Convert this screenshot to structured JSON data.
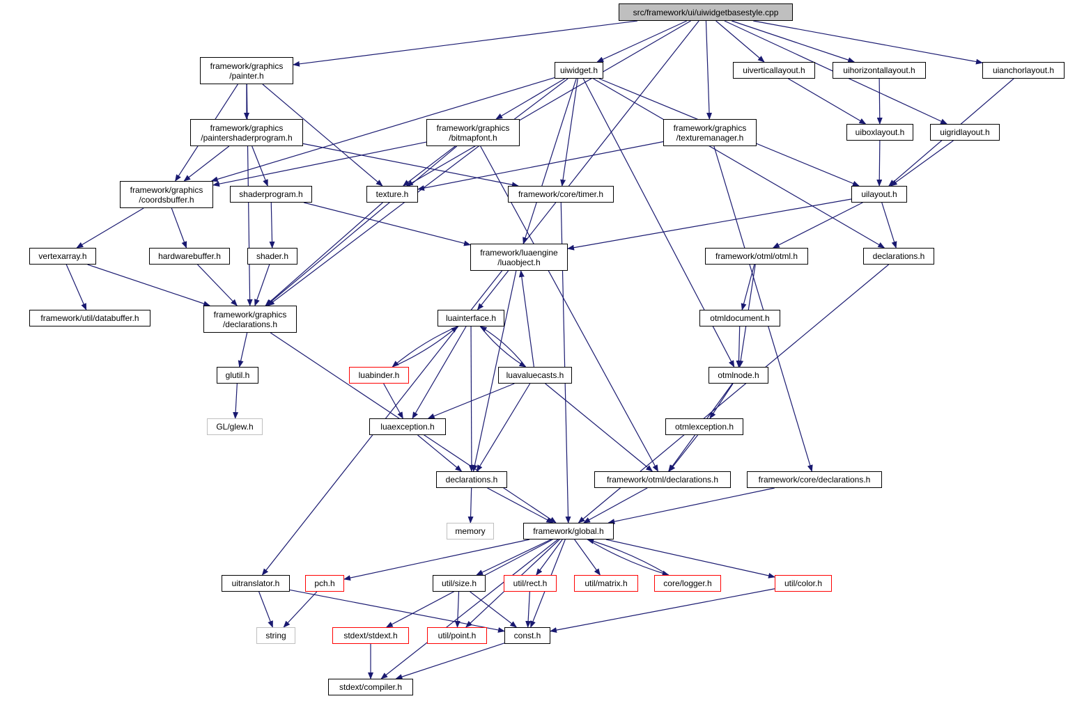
{
  "colors": {
    "edge": "#191970",
    "root_fill": "#bfbfbf",
    "red_border": "#ff0000",
    "gray_border": "#bfbfbf"
  },
  "nodes": [
    {
      "id": "root",
      "label": "src/framework/ui/uiwidgetbasestyle.cpp",
      "style": "root"
    },
    {
      "id": "painter",
      "label": "framework/graphics\n/painter.h",
      "style": "normal"
    },
    {
      "id": "uiwidget",
      "label": "uiwidget.h",
      "style": "normal"
    },
    {
      "id": "uivertical",
      "label": "uiverticallayout.h",
      "style": "normal"
    },
    {
      "id": "uihorizontal",
      "label": "uihorizontallayout.h",
      "style": "normal"
    },
    {
      "id": "uianchor",
      "label": "uianchorlayout.h",
      "style": "normal"
    },
    {
      "id": "painterprog",
      "label": "framework/graphics\n/paintershaderprogram.h",
      "style": "normal"
    },
    {
      "id": "bitmapfont",
      "label": "framework/graphics\n/bitmapfont.h",
      "style": "normal"
    },
    {
      "id": "texmgr",
      "label": "framework/graphics\n/texturemanager.h",
      "style": "normal"
    },
    {
      "id": "uiboxlayout",
      "label": "uiboxlayout.h",
      "style": "normal"
    },
    {
      "id": "uigridlayout",
      "label": "uigridlayout.h",
      "style": "normal"
    },
    {
      "id": "coordsbuffer",
      "label": "framework/graphics\n/coordsbuffer.h",
      "style": "normal"
    },
    {
      "id": "shaderprogram",
      "label": "shaderprogram.h",
      "style": "normal"
    },
    {
      "id": "texture",
      "label": "texture.h",
      "style": "normal"
    },
    {
      "id": "timer",
      "label": "framework/core/timer.h",
      "style": "normal"
    },
    {
      "id": "uilayout",
      "label": "uilayout.h",
      "style": "normal"
    },
    {
      "id": "vertexarray",
      "label": "vertexarray.h",
      "style": "normal"
    },
    {
      "id": "hwbuffer",
      "label": "hardwarebuffer.h",
      "style": "normal"
    },
    {
      "id": "shader",
      "label": "shader.h",
      "style": "normal"
    },
    {
      "id": "luaobject",
      "label": "framework/luaengine\n/luaobject.h",
      "style": "normal"
    },
    {
      "id": "otml",
      "label": "framework/otml/otml.h",
      "style": "normal"
    },
    {
      "id": "decl_ui",
      "label": "declarations.h",
      "style": "normal"
    },
    {
      "id": "databuffer",
      "label": "framework/util/databuffer.h",
      "style": "normal"
    },
    {
      "id": "gfxdecl",
      "label": "framework/graphics\n/declarations.h",
      "style": "normal"
    },
    {
      "id": "luainterface",
      "label": "luainterface.h",
      "style": "normal"
    },
    {
      "id": "otmldocument",
      "label": "otmldocument.h",
      "style": "normal"
    },
    {
      "id": "glutil",
      "label": "glutil.h",
      "style": "normal"
    },
    {
      "id": "luabinder",
      "label": "luabinder.h",
      "style": "red"
    },
    {
      "id": "luavaluecasts",
      "label": "luavaluecasts.h",
      "style": "normal"
    },
    {
      "id": "otmlnode",
      "label": "otmlnode.h",
      "style": "normal"
    },
    {
      "id": "glew",
      "label": "GL/glew.h",
      "style": "gray"
    },
    {
      "id": "luaexception",
      "label": "luaexception.h",
      "style": "normal"
    },
    {
      "id": "otmlexception",
      "label": "otmlexception.h",
      "style": "normal"
    },
    {
      "id": "decl_lua",
      "label": "declarations.h",
      "style": "normal"
    },
    {
      "id": "otmldecl",
      "label": "framework/otml/declarations.h",
      "style": "normal"
    },
    {
      "id": "coredecl",
      "label": "framework/core/declarations.h",
      "style": "normal"
    },
    {
      "id": "memory",
      "label": "memory",
      "style": "gray"
    },
    {
      "id": "global",
      "label": "framework/global.h",
      "style": "normal"
    },
    {
      "id": "uitranslator",
      "label": "uitranslator.h",
      "style": "normal"
    },
    {
      "id": "pch",
      "label": "pch.h",
      "style": "red"
    },
    {
      "id": "size",
      "label": "util/size.h",
      "style": "normal"
    },
    {
      "id": "rect",
      "label": "util/rect.h",
      "style": "red"
    },
    {
      "id": "matrix",
      "label": "util/matrix.h",
      "style": "red"
    },
    {
      "id": "logger",
      "label": "core/logger.h",
      "style": "red"
    },
    {
      "id": "color",
      "label": "util/color.h",
      "style": "red"
    },
    {
      "id": "string",
      "label": "string",
      "style": "gray"
    },
    {
      "id": "stdext",
      "label": "stdext/stdext.h",
      "style": "red"
    },
    {
      "id": "point",
      "label": "util/point.h",
      "style": "red"
    },
    {
      "id": "const",
      "label": "const.h",
      "style": "normal"
    },
    {
      "id": "compiler",
      "label": "stdext/compiler.h",
      "style": "normal"
    }
  ],
  "edges": [
    [
      "root",
      "painter"
    ],
    [
      "root",
      "uiwidget"
    ],
    [
      "root",
      "uivertical"
    ],
    [
      "root",
      "uihorizontal"
    ],
    [
      "root",
      "uianchor"
    ],
    [
      "root",
      "texmgr"
    ],
    [
      "root",
      "texture"
    ],
    [
      "root",
      "uigridlayout"
    ],
    [
      "root",
      "uitranslator"
    ],
    [
      "painter",
      "painterprog"
    ],
    [
      "painter",
      "coordsbuffer"
    ],
    [
      "painter",
      "texture"
    ],
    [
      "painter",
      "gfxdecl"
    ],
    [
      "uiwidget",
      "bitmapfont"
    ],
    [
      "uiwidget",
      "coordsbuffer"
    ],
    [
      "uiwidget",
      "timer"
    ],
    [
      "uiwidget",
      "luaobject"
    ],
    [
      "uiwidget",
      "uilayout"
    ],
    [
      "uiwidget",
      "decl_ui"
    ],
    [
      "uiwidget",
      "otmlnode"
    ],
    [
      "uiwidget",
      "gfxdecl"
    ],
    [
      "uivertical",
      "uiboxlayout"
    ],
    [
      "uihorizontal",
      "uiboxlayout"
    ],
    [
      "uianchor",
      "uilayout"
    ],
    [
      "uiboxlayout",
      "uilayout"
    ],
    [
      "uigridlayout",
      "uilayout"
    ],
    [
      "painterprog",
      "coordsbuffer"
    ],
    [
      "painterprog",
      "shaderprogram"
    ],
    [
      "painterprog",
      "timer"
    ],
    [
      "bitmapfont",
      "coordsbuffer"
    ],
    [
      "bitmapfont",
      "texture"
    ],
    [
      "bitmapfont",
      "gfxdecl"
    ],
    [
      "bitmapfont",
      "otmldecl"
    ],
    [
      "texmgr",
      "texture"
    ],
    [
      "texmgr",
      "coredecl"
    ],
    [
      "coordsbuffer",
      "vertexarray"
    ],
    [
      "coordsbuffer",
      "hwbuffer"
    ],
    [
      "shaderprogram",
      "shader"
    ],
    [
      "shaderprogram",
      "luaobject"
    ],
    [
      "texture",
      "gfxdecl"
    ],
    [
      "timer",
      "global"
    ],
    [
      "uilayout",
      "luaobject"
    ],
    [
      "uilayout",
      "otml"
    ],
    [
      "uilayout",
      "decl_ui"
    ],
    [
      "vertexarray",
      "databuffer"
    ],
    [
      "vertexarray",
      "gfxdecl"
    ],
    [
      "hwbuffer",
      "gfxdecl"
    ],
    [
      "shader",
      "gfxdecl"
    ],
    [
      "luaobject",
      "luainterface"
    ],
    [
      "luaobject",
      "decl_lua"
    ],
    [
      "otml",
      "otmldocument"
    ],
    [
      "otml",
      "otmlnode"
    ],
    [
      "decl_ui",
      "global"
    ],
    [
      "gfxdecl",
      "glutil"
    ],
    [
      "gfxdecl",
      "global"
    ],
    [
      "luainterface",
      "luabinder"
    ],
    [
      "luainterface",
      "luavaluecasts"
    ],
    [
      "luainterface",
      "luaexception"
    ],
    [
      "luainterface",
      "decl_lua"
    ],
    [
      "luabinder",
      "luainterface"
    ],
    [
      "luabinder",
      "luaexception"
    ],
    [
      "luavaluecasts",
      "luainterface"
    ],
    [
      "luavaluecasts",
      "luaobject"
    ],
    [
      "luavaluecasts",
      "luaexception"
    ],
    [
      "luavaluecasts",
      "decl_lua"
    ],
    [
      "luavaluecasts",
      "otmldecl"
    ],
    [
      "otmldocument",
      "otmlnode"
    ],
    [
      "otmlnode",
      "otmlexception"
    ],
    [
      "otmlnode",
      "otmldecl"
    ],
    [
      "glutil",
      "glew"
    ],
    [
      "luaexception",
      "decl_lua"
    ],
    [
      "otmlexception",
      "otmldecl"
    ],
    [
      "decl_lua",
      "memory"
    ],
    [
      "decl_lua",
      "global"
    ],
    [
      "otmldecl",
      "global"
    ],
    [
      "coredecl",
      "global"
    ],
    [
      "global",
      "pch"
    ],
    [
      "global",
      "size"
    ],
    [
      "global",
      "rect"
    ],
    [
      "global",
      "matrix"
    ],
    [
      "global",
      "logger"
    ],
    [
      "global",
      "color"
    ],
    [
      "global",
      "stdext"
    ],
    [
      "global",
      "point"
    ],
    [
      "global",
      "const"
    ],
    [
      "global",
      "compiler"
    ],
    [
      "logger",
      "global"
    ],
    [
      "uitranslator",
      "string"
    ],
    [
      "uitranslator",
      "const"
    ],
    [
      "pch",
      "string"
    ],
    [
      "size",
      "point"
    ],
    [
      "size",
      "const"
    ],
    [
      "rect",
      "const"
    ],
    [
      "color",
      "const"
    ],
    [
      "stdext",
      "compiler"
    ],
    [
      "const",
      "compiler"
    ]
  ]
}
